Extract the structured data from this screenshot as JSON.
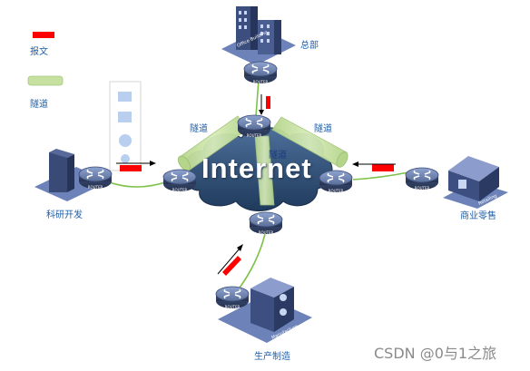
{
  "legend": {
    "message_label": "报文",
    "tunnel_label": "隧道"
  },
  "cloud": {
    "label": "Internet"
  },
  "tunnels": {
    "left_label": "隧道",
    "right_label": "隧道",
    "center_label": "隧道"
  },
  "sites": {
    "hq": {
      "label": "总部",
      "building_text": "Office Building"
    },
    "rd": {
      "label": "科研开发"
    },
    "retail": {
      "label": "商业零售",
      "building_text": "Retailing"
    },
    "manufacturing": {
      "label": "生产制造",
      "building_text": "Manufacture"
    }
  },
  "router_caption": "ROUTER",
  "watermark": "CSDN @0与1之旅",
  "colors": {
    "message": "#ff0000",
    "tunnel": "#c6e0a0",
    "link": "#7cc24a",
    "cloud": "#2c4a6e",
    "router": "#5a6e9a",
    "label": "#1f5fa8"
  }
}
